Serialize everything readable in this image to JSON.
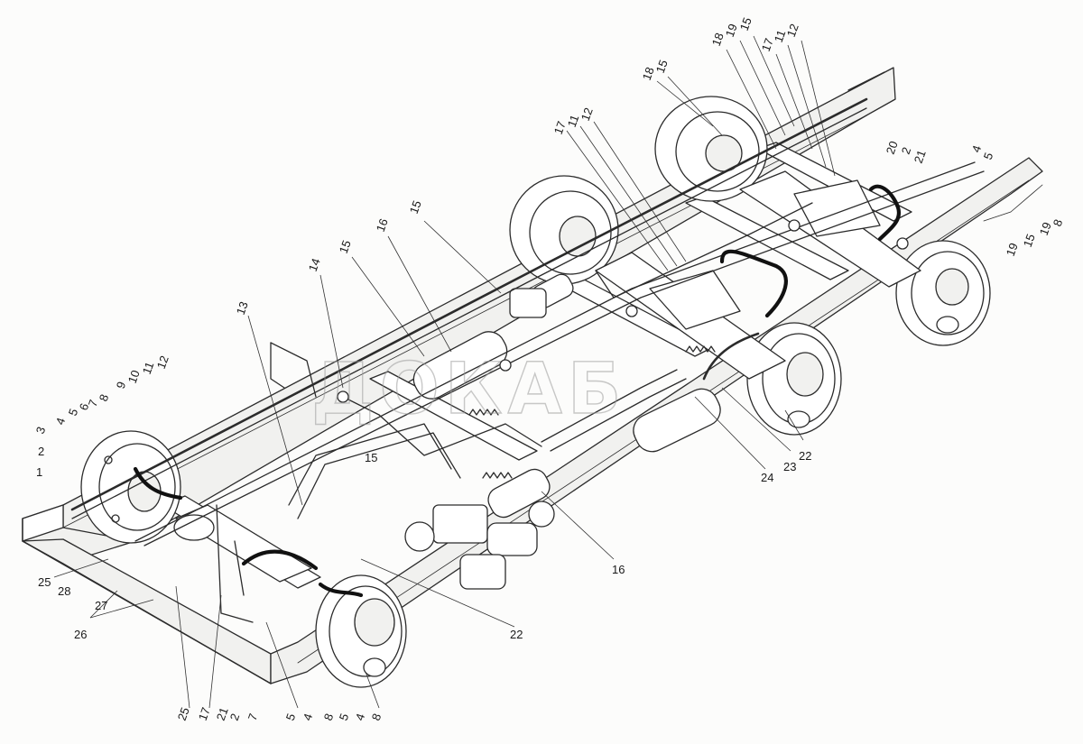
{
  "watermark": "ДОКАБ",
  "callouts": {
    "top_rear_1": [
      "18",
      "19",
      "15",
      "17",
      "11",
      "12"
    ],
    "top_rear_2": [
      "18",
      "15"
    ],
    "top_mid": [
      "17",
      "11",
      "12"
    ],
    "right_side": [
      "20",
      "2",
      "21",
      "4",
      "5",
      "19",
      "15",
      "19",
      "8"
    ],
    "center_top": [
      "15",
      "16",
      "15",
      "14",
      "15",
      "13"
    ],
    "left_front": [
      "3",
      "4",
      "5",
      "6",
      "7",
      "8",
      "9",
      "10",
      "11",
      "12",
      "2",
      "1"
    ],
    "right_bottom": [
      "22",
      "23",
      "24",
      "16",
      "22"
    ],
    "left_bottom": [
      "25",
      "28",
      "27",
      "26"
    ],
    "bottom_row": [
      "25",
      "17",
      "21",
      "2",
      "7",
      "5",
      "4",
      "8",
      "5",
      "4",
      "8"
    ]
  },
  "colors": {
    "line": "#2b2b2b",
    "paper": "#fcfcfb",
    "watermark": "#9c9c9c"
  }
}
